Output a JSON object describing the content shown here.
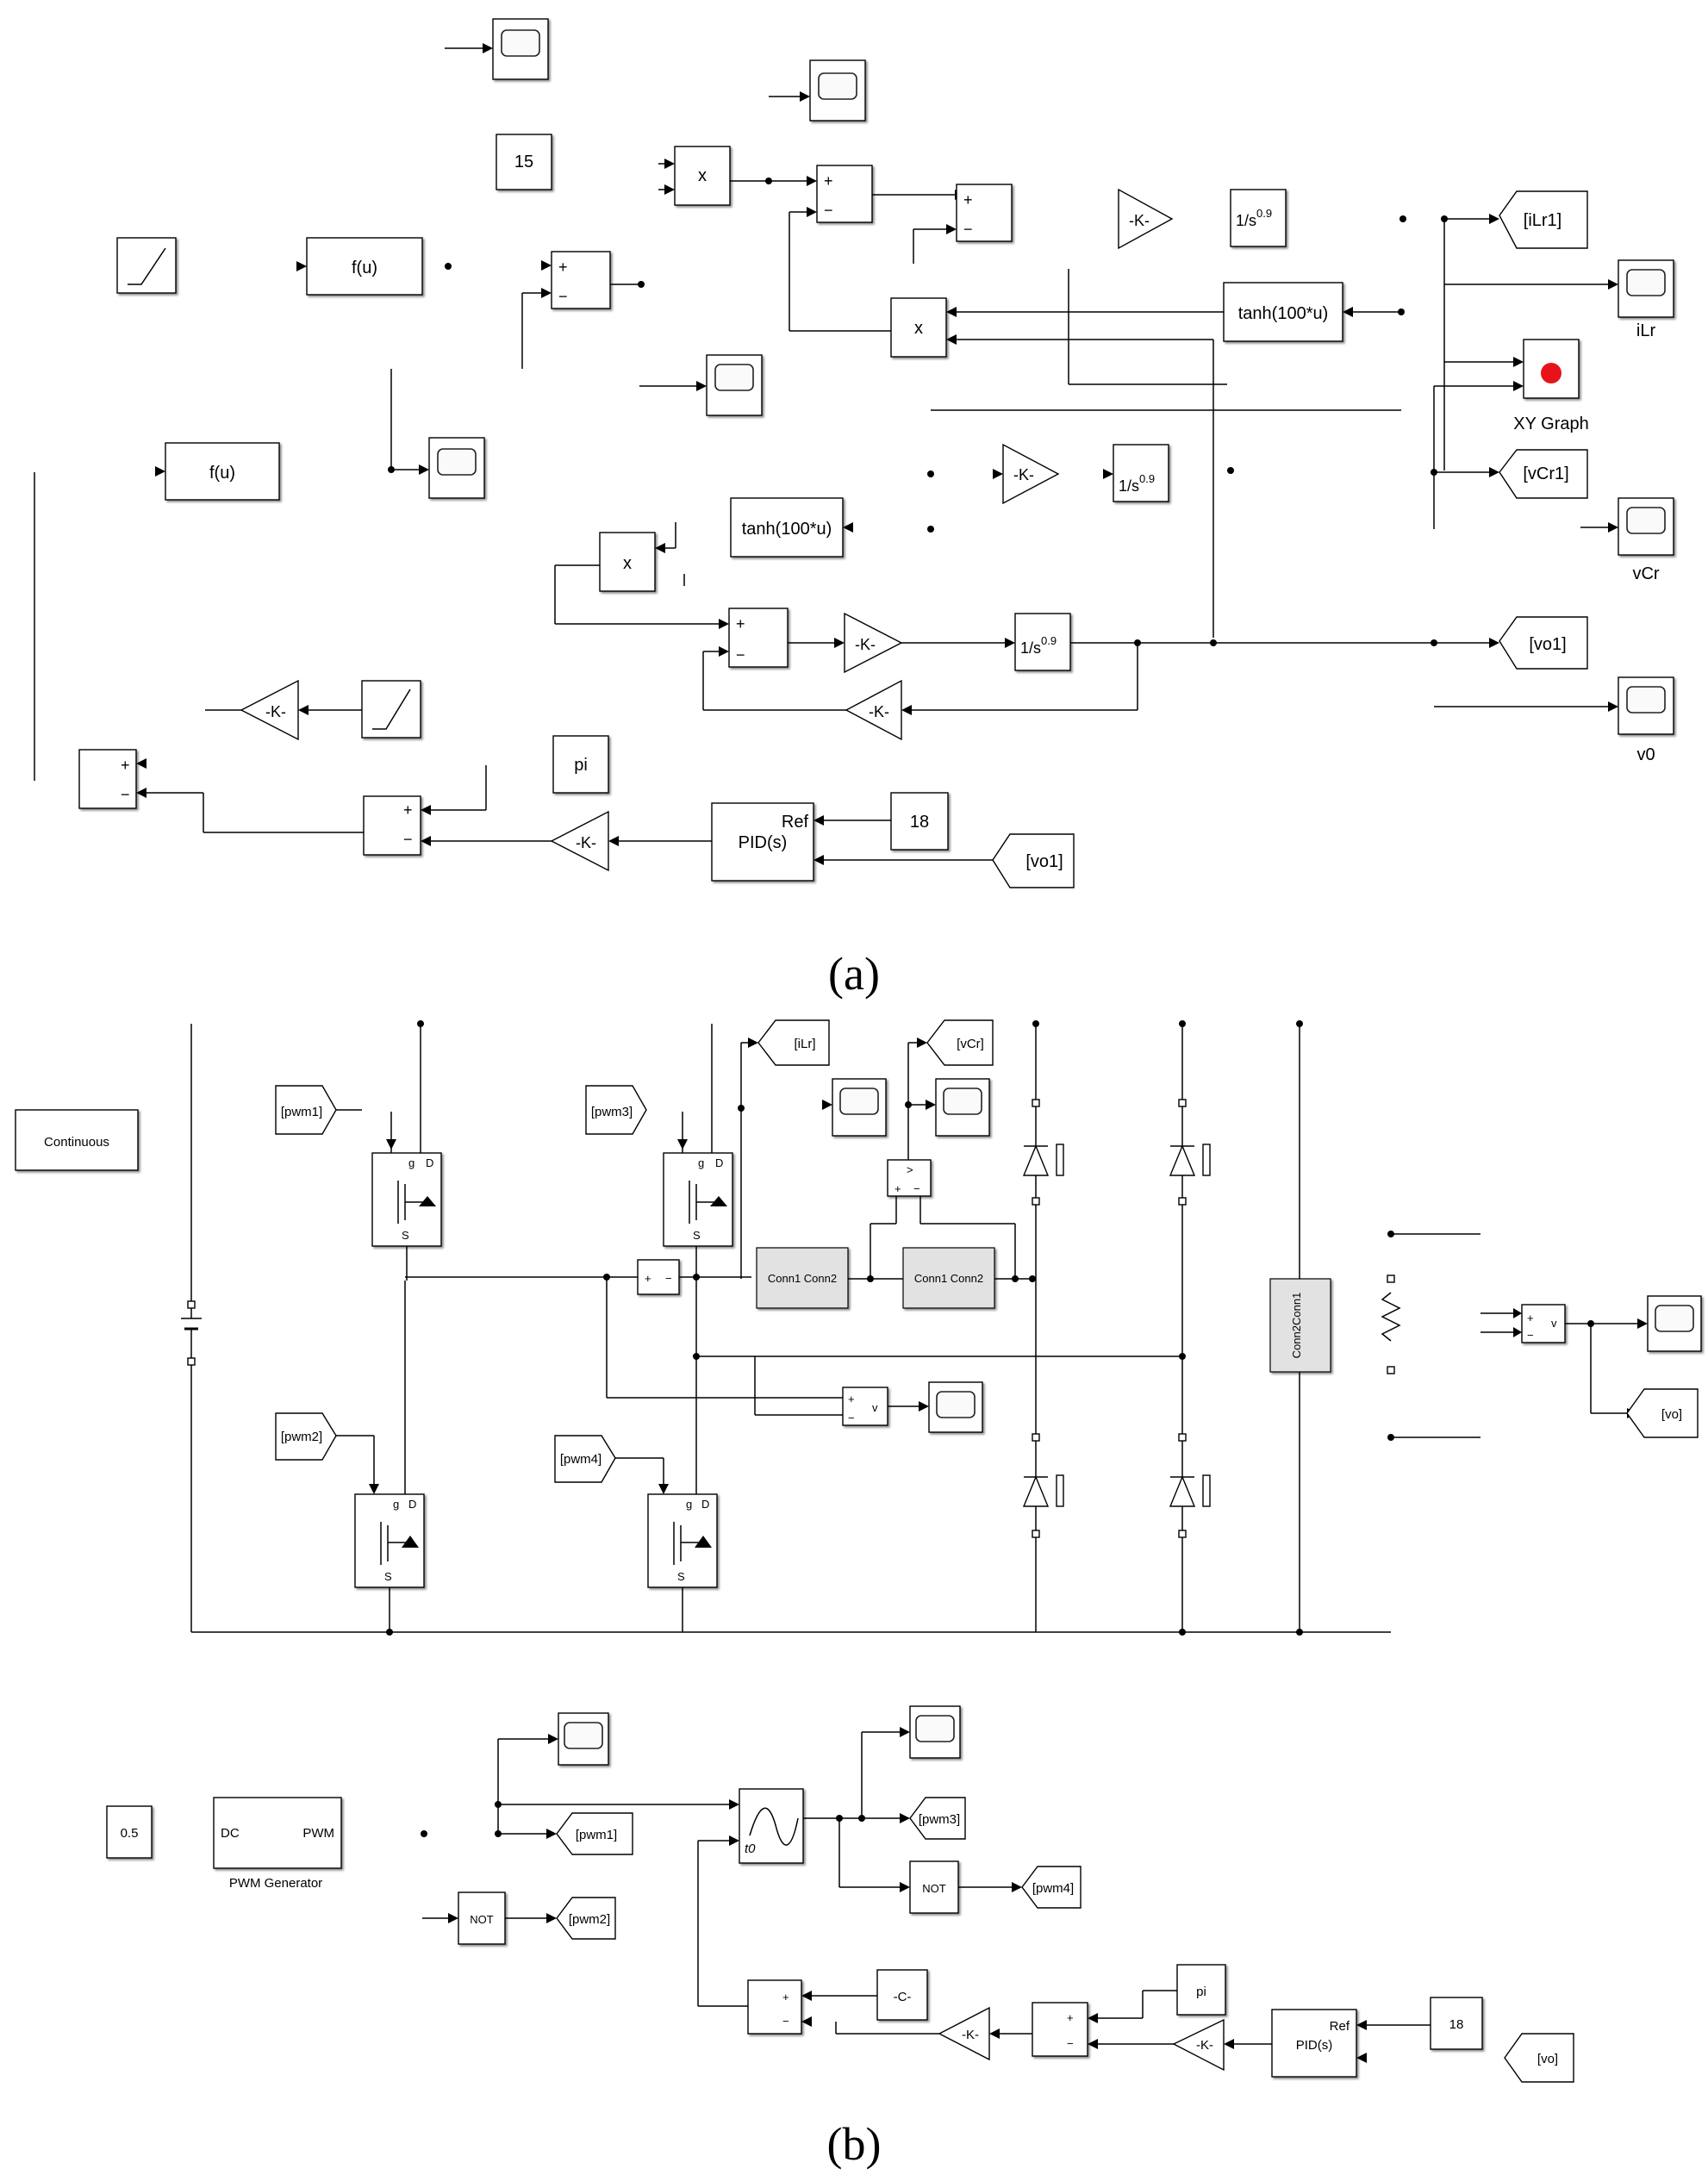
{
  "panel_labels": {
    "a": "(a)",
    "b": "(b)"
  },
  "a": {
    "const_15": "15",
    "const_pi": "pi",
    "const_18": "18",
    "fcn1": "f(u)",
    "fcn2": "f(u)",
    "product1": "x",
    "product2": "x",
    "product3": "x",
    "gain": "-K-",
    "frac_int": "1/s",
    "frac_exp": "0.9",
    "tanh": "tanh(100*u)",
    "pid_ref": "Ref",
    "pid_name": "PID(s)",
    "xy_graph": "XY Graph",
    "tag_iLr1": "[iLr1]",
    "tag_vCr1": "[vCr1]",
    "tag_vo1_out": "[vo1]",
    "tag_vo1_in": "[vo1]",
    "scope_iLr": "iLr",
    "scope_vCr": "vCr",
    "scope_v0": "v0",
    "plus": "+",
    "minus": "−"
  },
  "b": {
    "continuous": "Continuous",
    "pwm1": "[pwm1]",
    "pwm2": "[pwm2]",
    "pwm3": "[pwm3]",
    "pwm4": "[pwm4]",
    "iLr": "[iLr]",
    "vCr": "[vCr]",
    "vo_out": "[vo]",
    "vo_in": "[vo]",
    "conn12": "Conn1 Conn2",
    "conn21": "Conn2Conn1",
    "v": "v",
    "const_05": "0.5",
    "pwm_dc": "DC",
    "pwm_pwm": "PWM",
    "pwm_gen": "PWM Generator",
    "not": "NOT",
    "const_c": "-C-",
    "gain": "-K-",
    "const_pi": "pi",
    "const_18": "18",
    "pid_ref": "Ref",
    "pid_name": "PID(s)",
    "mos_g": "g",
    "mos_d": "D",
    "mos_s": "S",
    "plus": "+",
    "minus": "−",
    "t0": "t0"
  },
  "colors": {
    "continuous_text": "#0b0bd0",
    "xy_dot": "#e8131a",
    "conn_fill": "#e2e2e2"
  }
}
